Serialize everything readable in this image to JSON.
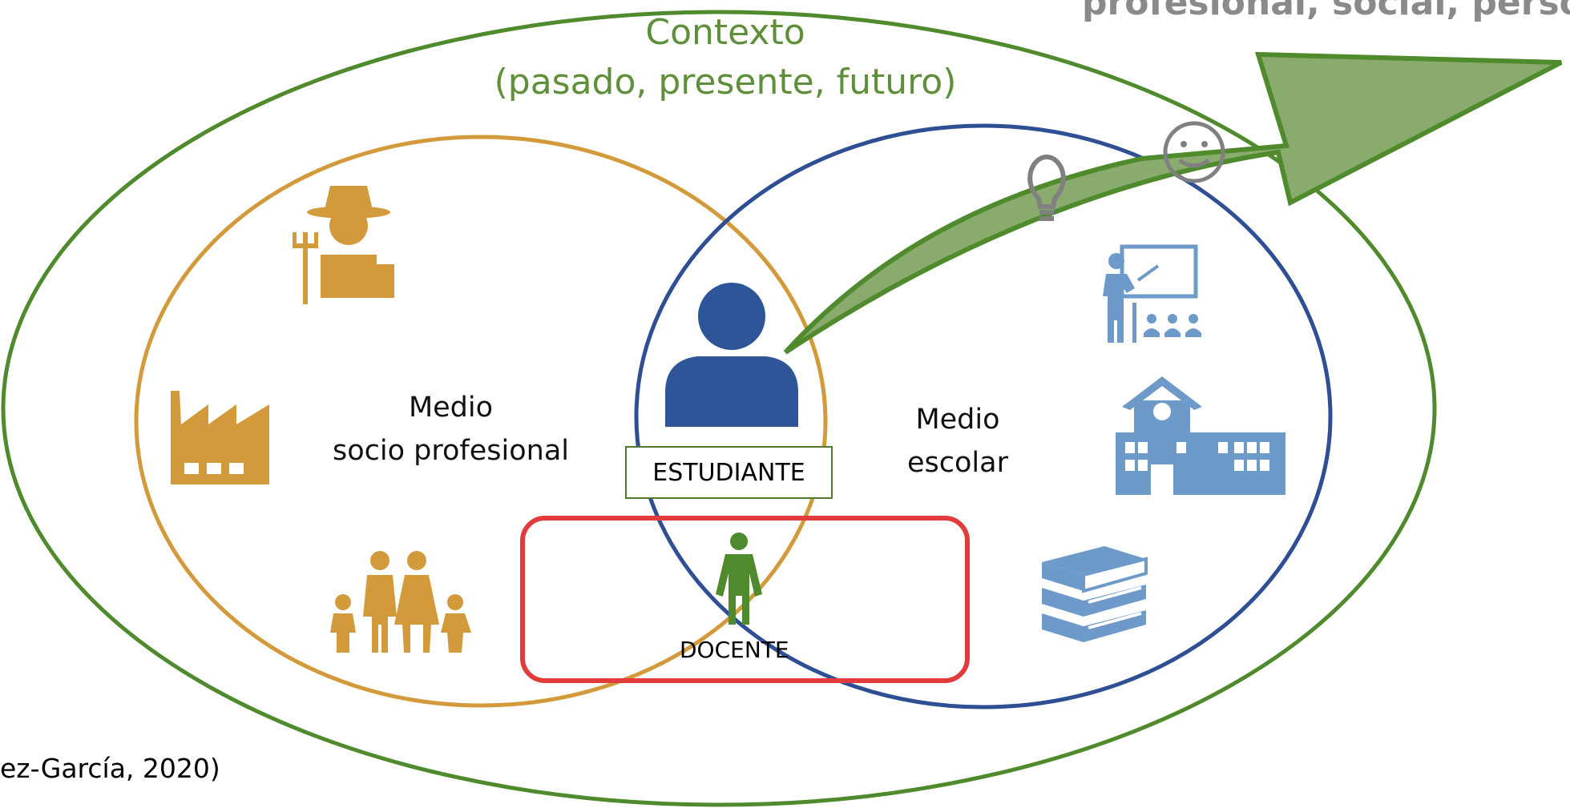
{
  "top_right_text": "profesional, social, perso",
  "context": {
    "title": "Contexto",
    "subtitle": "(pasado, presente, futuro)"
  },
  "left_circle": {
    "line1": "Medio",
    "line2": "socio profesional",
    "icons": [
      "farmer-icon",
      "factory-icon",
      "family-icon"
    ]
  },
  "right_circle": {
    "line1": "Medio",
    "line2": "escolar",
    "icons": [
      "teacher-board-icon",
      "school-building-icon",
      "books-icon"
    ]
  },
  "student_label": "ESTUDIANTE",
  "teacher_label": "DOCENTE",
  "arrow_icons": [
    "lightbulb-icon",
    "smiley-icon"
  ],
  "citation": "ez-García, 2020)",
  "colors": {
    "context_green": "#4f8a2c",
    "left_ochre": "#d39a3c",
    "right_blue": "#2e4f93",
    "teacher_red": "#e23b3b",
    "arrow_green": "#8aab6e",
    "icon_blue": "#6d9ac8",
    "student_blue": "#2e5597",
    "teacher_green": "#4f8a2c"
  }
}
